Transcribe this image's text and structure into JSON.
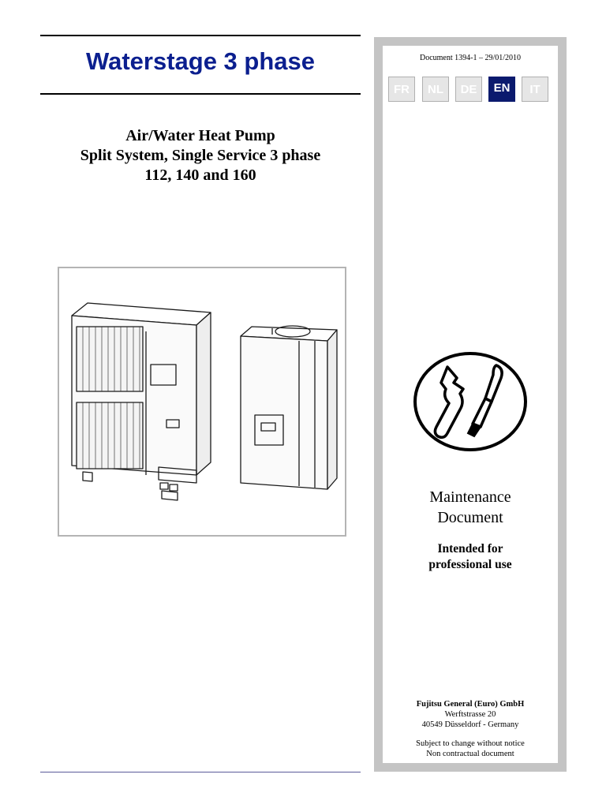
{
  "left": {
    "title": "Waterstage 3 phase",
    "subtitle_lines": [
      "Air/Water Heat Pump",
      "Split System, Single Service 3 phase",
      "112, 140 and 160"
    ],
    "figure_icon": "outdoor-and-indoor-unit-illustration"
  },
  "panel": {
    "document_ref": "Document 1394-1 – 29/01/2010",
    "languages": [
      {
        "code": "FR",
        "active": false
      },
      {
        "code": "NL",
        "active": false
      },
      {
        "code": "DE",
        "active": false
      },
      {
        "code": "EN",
        "active": true
      },
      {
        "code": "IT",
        "active": false
      }
    ],
    "tool_icon": "wrench-and-screwdriver-icon",
    "maintenance_lines": [
      "Maintenance",
      "Document"
    ],
    "intended_lines": [
      "Intended for",
      "professional use"
    ],
    "company": {
      "name": "Fujitsu General (Euro) GmbH",
      "street": "Werftstrasse 20",
      "city": "40549 Düsseldorf - Germany"
    },
    "notice_lines": [
      "Subject to change without notice",
      "Non contractual document"
    ]
  },
  "colors": {
    "title_blue": "#0b1f8f",
    "active_lang_bg": "#0b1a6e",
    "panel_frame": "#c4c4c4"
  }
}
